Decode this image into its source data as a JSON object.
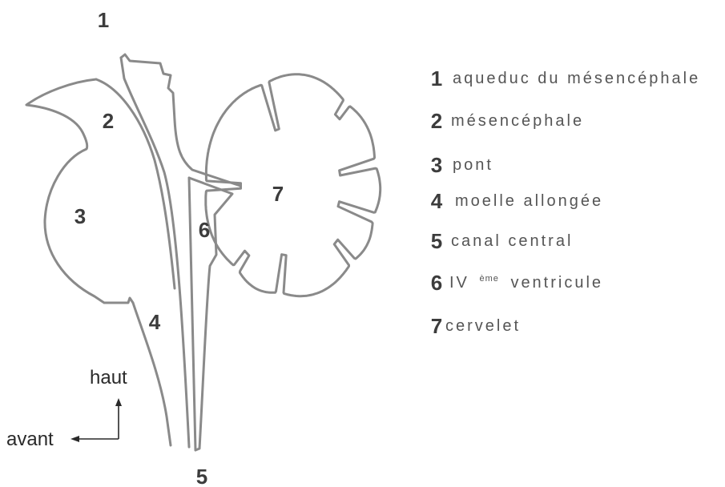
{
  "diagram_labels": [
    "1",
    "2",
    "3",
    "4",
    "5",
    "6",
    "7"
  ],
  "orientation": {
    "up": "haut",
    "forward": "avant"
  },
  "legend": [
    {
      "number": "1",
      "text": "aqueduc du mésencéphale"
    },
    {
      "number": "2",
      "text": "mésencéphale"
    },
    {
      "number": "3",
      "text": "pont"
    },
    {
      "number": "4",
      "text": "moelle allongée"
    },
    {
      "number": "5",
      "text": "canal central"
    },
    {
      "number": "6",
      "prefix": "IV",
      "superscript": "ème",
      "text": "ventricule"
    },
    {
      "number": "7",
      "text": "cervelet"
    }
  ],
  "colors": {
    "line": "#8a8a8a",
    "label": "#3c3c3c",
    "legend_text": "#555555",
    "orientation": "#2a2a2a"
  }
}
